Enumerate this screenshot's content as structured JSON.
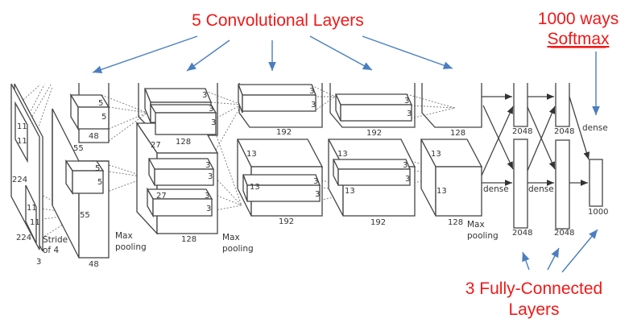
{
  "annotations": {
    "conv_title": "5 Convolutional Layers",
    "softmax_line1": "1000 ways",
    "softmax_line2": "Softmax",
    "fc_line1": "3 Fully-Connected",
    "fc_line2": "Layers"
  },
  "colors": {
    "annotation": "#f01818",
    "arrow": "#4a7ebf",
    "line": "#444444"
  },
  "input": {
    "height": "224",
    "width": "224",
    "channels": "3",
    "kernel_a": "11",
    "kernel_b": "11",
    "kernel_c": "11",
    "kernel_d": "11",
    "stride_line1": "Stride",
    "stride_line2": "of 4"
  },
  "conv1": {
    "size_a": "55",
    "size_b": "55",
    "depth_top": "48",
    "depth_bottom": "48",
    "k1": "5",
    "k2": "5",
    "k3": "5",
    "k4": "5",
    "pool_line1": "Max",
    "pool_line2": "pooling"
  },
  "conv2": {
    "size_a": "27",
    "size_b": "27",
    "depth_top": "128",
    "depth_bottom": "128",
    "k": "3",
    "pool_line1": "Max",
    "pool_line2": "pooling"
  },
  "conv3": {
    "size_a": "13",
    "size_b": "13",
    "depth_top": "192",
    "depth_bottom": "192",
    "k": "3"
  },
  "conv4": {
    "size_a": "13",
    "size_b": "13",
    "depth_top": "192",
    "depth_bottom": "192",
    "k": "3"
  },
  "conv5": {
    "size_a": "13",
    "size_b": "13",
    "depth_top": "128",
    "depth_bottom": "128",
    "pool_line1": "Max",
    "pool_line2": "pooling"
  },
  "fc": {
    "fc6_top": "2048",
    "fc6_bottom": "2048",
    "fc7_top": "2048",
    "fc7_bottom": "2048",
    "output": "1000",
    "dense_1": "dense",
    "dense_2": "dense",
    "dense_3": "dense"
  }
}
